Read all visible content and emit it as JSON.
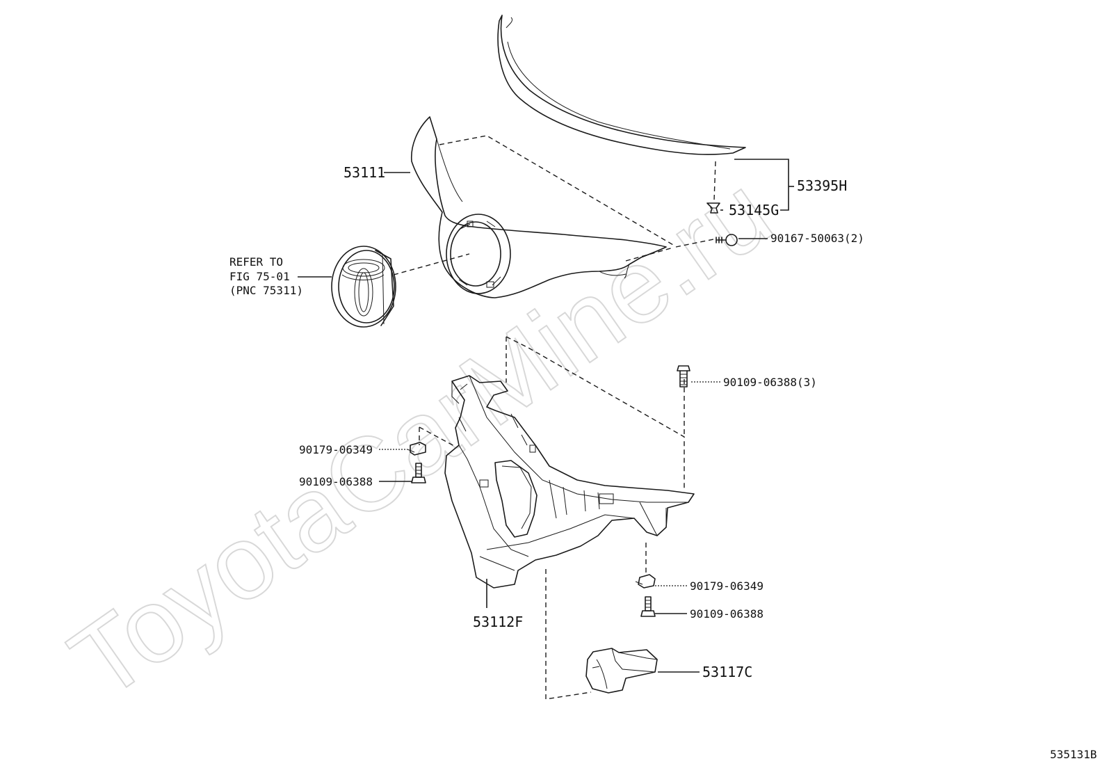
{
  "watermark": "ToyotaCarMine.ru",
  "figure_code": "535131B",
  "callouts": {
    "hood": "53111",
    "hood_seal_set": "53395H",
    "hood_seal_clip": "53145G",
    "emblem_screw": "90167-50063(2)",
    "refer_line1": "REFER TO",
    "refer_line2": "FIG 75-01",
    "refer_line3": "(PNC 75311)",
    "bolt_top_right": "90109-06388(3)",
    "nut_left": "90179-06349",
    "bolt_left": "90109-06388",
    "nut_right": "90179-06349",
    "bolt_right": "90109-06388",
    "support": "53112F",
    "bracket": "53117C"
  }
}
